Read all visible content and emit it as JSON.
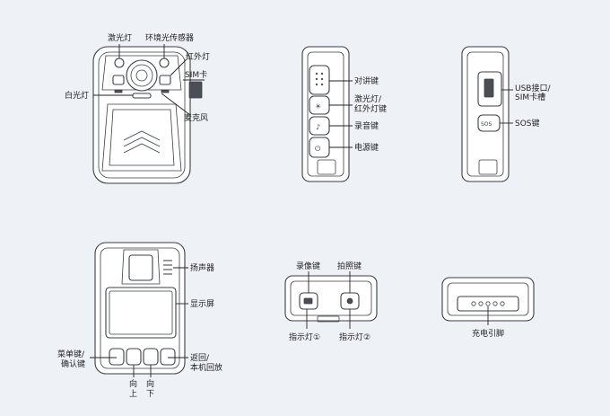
{
  "front": {
    "laser_light": "激光灯",
    "ambient_sensor": "环境光传感器",
    "infrared_light": "红外灯",
    "sim_card": "SIM卡",
    "white_light": "白光灯",
    "microphone": "麦克风"
  },
  "left_side": {
    "talk_key": "对讲键",
    "laser_ir_key_line1": "激光灯/",
    "laser_ir_key_line2": "红外灯键",
    "audio_record_key": "录音键",
    "power_key": "电源键"
  },
  "right_side": {
    "usb_line1": "USB接口/",
    "usb_line2": "SIM卡槽",
    "sos_key": "SOS键"
  },
  "back": {
    "speaker": "扬声器",
    "display": "显示屏",
    "menu_line1": "菜单键/",
    "menu_line2": "确认键",
    "up_line1": "向",
    "up_line2": "上",
    "down_line1": "向",
    "down_line2": "下",
    "back_line1": "返回/",
    "back_line2": "本机回放"
  },
  "top": {
    "video_key": "录像键",
    "photo_key": "拍照键",
    "indicator1": "指示灯①",
    "indicator2": "指示灯②"
  },
  "bottom": {
    "charge_pins": "充电引脚"
  }
}
